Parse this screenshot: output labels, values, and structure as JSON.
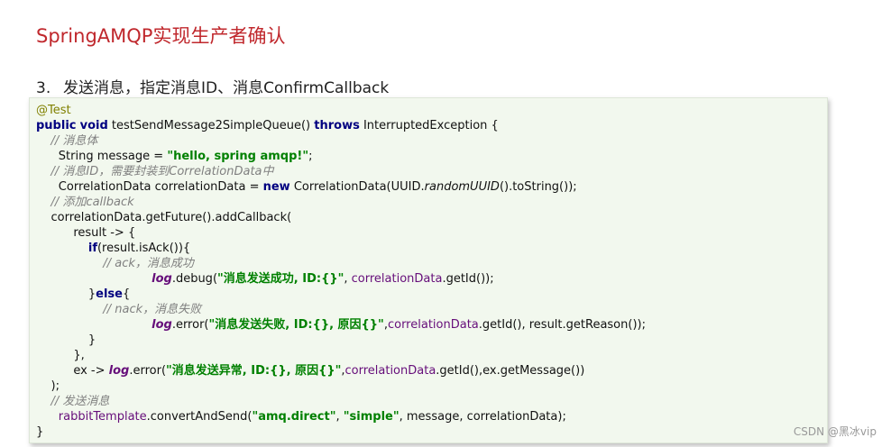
{
  "slide": {
    "title": "SpringAMQP实现生产者确认",
    "step_number": "3.",
    "step_text": "发送消息，指定消息ID、消息ConfirmCallback"
  },
  "code": {
    "annotation": "@Test",
    "kw_public": "public",
    "kw_void": "void",
    "method_sig": " testSendMessage2SimpleQueue() ",
    "kw_throws": "throws",
    "throws_tail": " InterruptedException {",
    "c_body": "// 消息体",
    "msg_decl": "String message = ",
    "msg_str": "\"hello, spring amqp!\"",
    "semi": ";",
    "c_msgid": "// 消息ID，需要封装到CorrelationData中",
    "cd_decl": "CorrelationData correlationData = ",
    "kw_new": "new",
    "cd_ctor": " CorrelationData(UUID.",
    "cd_uuid": "randomUUID",
    "cd_tail": "().toString());",
    "c_callback": "// 添加callback",
    "add_cb": "correlationData.getFuture().addCallback(",
    "result_arrow": "result -> {",
    "kw_if": "if",
    "if_cond": "(result.isAck()){",
    "c_ack": "// ack，消息成功",
    "log": "log",
    "dot_debug": ".debug(",
    "str_ok": "\"消息发送成功, ID:{}\"",
    "comma_sp": ", ",
    "cd_field": "correlationData",
    "getid_close": ".getId());",
    "brace_close": "}",
    "kw_else": "else",
    "brace_open": "{",
    "c_nack": "// nack，消息失败",
    "dot_error": ".error(",
    "str_fail": "\"消息发送失败, ID:{}, 原因{}\"",
    "comma": ",",
    "getid_reason": ".getId(), result.getReason());",
    "brace_comma": "},",
    "ex_arrow": "ex -> ",
    "str_ex": "\"消息发送异常, ID:{}, 原因{}\"",
    "getid_exmsg": ".getId(),ex.getMessage())",
    "paren_semi": ");",
    "c_send": "// 发送消息",
    "rabbit": "rabbitTemplate",
    "convert": ".convertAndSend(",
    "str_direct": "\"amq.direct\"",
    "str_simple": "\"simple\"",
    "send_tail": ", message, correlationData);",
    "end_brace": "}"
  },
  "watermark": "CSDN @黑冰vip"
}
